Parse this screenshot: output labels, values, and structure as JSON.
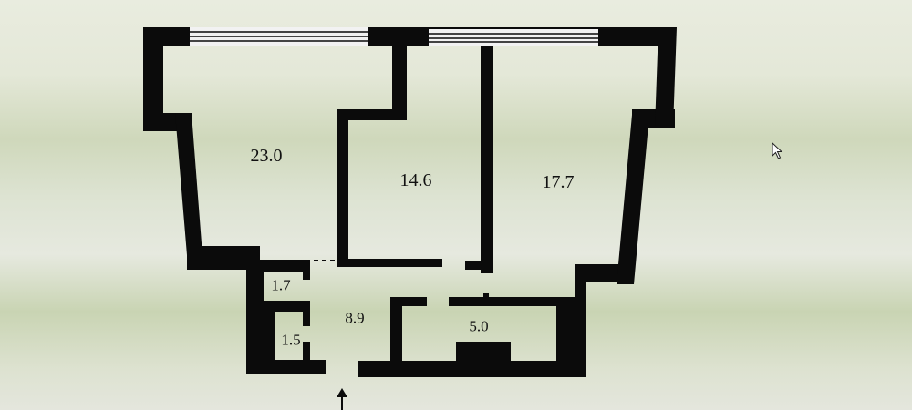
{
  "floor_plan": {
    "rooms": [
      {
        "id": "living",
        "area": "23.0"
      },
      {
        "id": "bedroom_middle",
        "area": "14.6"
      },
      {
        "id": "bedroom_right",
        "area": "17.7"
      },
      {
        "id": "hall",
        "area": "8.9"
      },
      {
        "id": "kitchen",
        "area": "5.0"
      },
      {
        "id": "toilet",
        "area": "1.7"
      },
      {
        "id": "bathroom",
        "area": "1.5"
      }
    ],
    "entrance_arrow": "arrow-up-icon",
    "cursor_icon": "mouse-pointer-icon",
    "colors": {
      "wall": "#0b0b0b",
      "window": "#f4f4f4",
      "background": "#e4e8d8"
    }
  }
}
